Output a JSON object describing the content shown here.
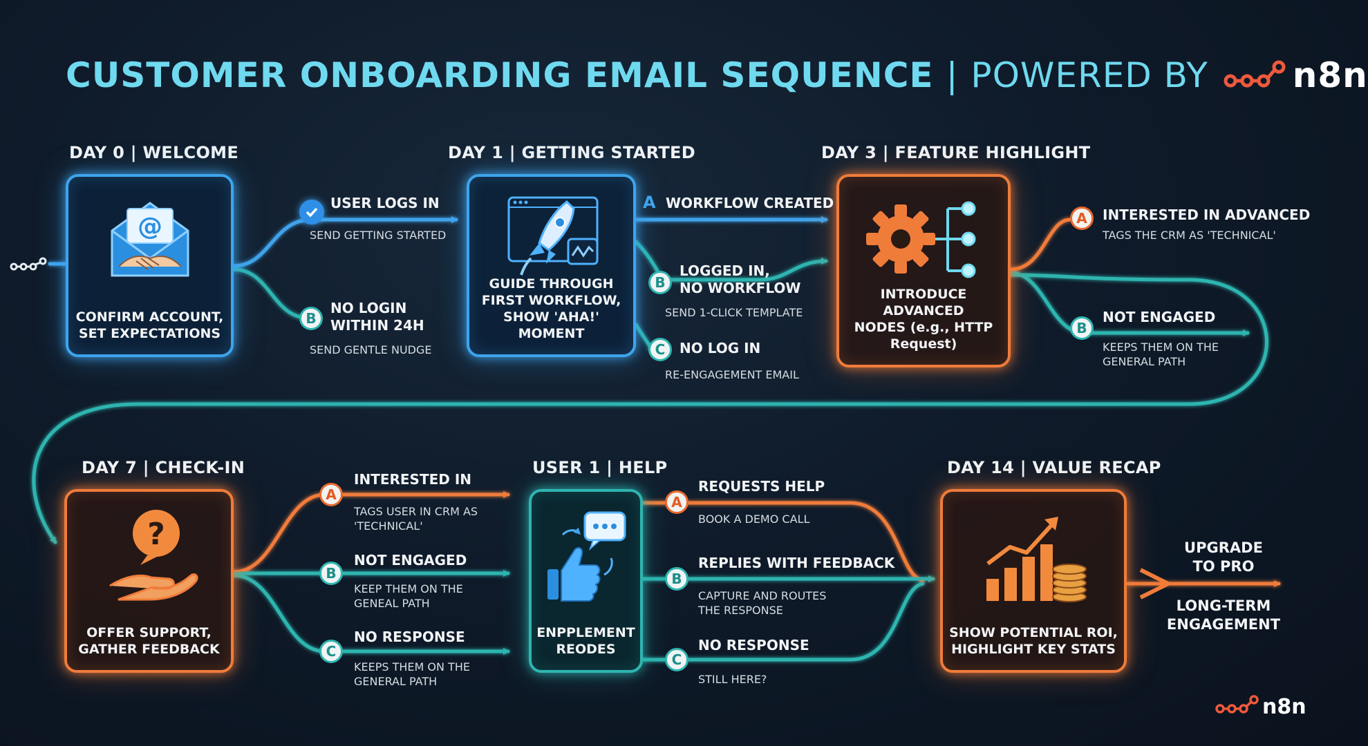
{
  "title": {
    "main": "CUSTOMER ONBOARDING EMAIL SEQUENCE",
    "separator": "|",
    "powered": "POWERED BY",
    "brand": "n8n"
  },
  "colors": {
    "blue": "#3fa4ec",
    "orange": "#f07c3a",
    "teal": "#2fb5b0",
    "title": "#6fd9ef"
  },
  "stages": [
    {
      "label": "DAY 0 | WELCOME",
      "text": "CONFIRM ACCOUNT,\nSET EXPECTATIONS",
      "icon": "email-handshake-icon",
      "color": "blue"
    },
    {
      "label": "DAY 1 | GETTING STARTED",
      "text": "GUIDE THROUGH\nFIRST WORKFLOW,\nSHOW 'AHA!' MOMENT",
      "icon": "rocket-icon",
      "color": "blue"
    },
    {
      "label": "DAY 3 | FEATURE HIGHLIGHT",
      "text": "INTRODUCE ADVANCED\nNODES (e.g., HTTP\nRequest)",
      "icon": "gear-nodes-icon",
      "color": "orange"
    },
    {
      "label": "DAY 7 | CHECK-IN",
      "text": "OFFER SUPPORT,\nGATHER FEEDBACK",
      "icon": "question-hand-icon",
      "color": "orange"
    },
    {
      "label": "USER 1 | HELP",
      "text": "ENPPLEMENT\nREODES",
      "icon": "thumbs-up-chat-icon",
      "color": "teal"
    },
    {
      "label": "DAY 14 | VALUE RECAP",
      "text": "SHOW POTENTIAL ROI,\nHIGHLIGHT KEY STATS",
      "icon": "growth-chart-icon",
      "color": "orange"
    }
  ],
  "branches": {
    "day0": [
      {
        "marker": "check",
        "title": "USER LOGS IN",
        "sub": "SEND GETTING STARTED"
      },
      {
        "marker": "B",
        "title": "NO LOGIN\nWITHIN 24H",
        "sub": "SEND GENTLE NUDGE"
      }
    ],
    "day1": [
      {
        "marker": "A",
        "title": "WORKFLOW CREATED",
        "sub": ""
      },
      {
        "marker": "B",
        "title": "LOGGED IN,\nNO WORKFLOW",
        "sub": "SEND 1-CLICK TEMPLATE"
      },
      {
        "marker": "C",
        "title": "NO LOG IN",
        "sub": "RE-ENGAGEMENT EMAIL"
      }
    ],
    "day3": [
      {
        "marker": "A",
        "title": "INTERESTED IN ADVANCED",
        "sub": "TAGS THE CRM AS 'TECHNICAL'"
      },
      {
        "marker": "B",
        "title": "NOT ENGAGED",
        "sub": "KEEPS THEM ON THE\nGENERAL PATH"
      }
    ],
    "day7": [
      {
        "marker": "A",
        "title": "INTERESTED IN",
        "sub": "TAGS USER IN CRM AS\n'TECHNICAL'"
      },
      {
        "marker": "B",
        "title": "NOT ENGAGED",
        "sub": "KEEP THEM ON THE\nGENEAL PATH"
      },
      {
        "marker": "C",
        "title": "NO RESPONSE",
        "sub": "KEEPS THEM ON THE\nGENERAL PATH"
      }
    ],
    "help": [
      {
        "marker": "A",
        "title": "REQUESTS HELP",
        "sub": "BOOK A DEMO CALL"
      },
      {
        "marker": "B",
        "title": "REPLIES WITH FEEDBACK",
        "sub": "CAPTURE AND ROUTES\nTHE RESPONSE"
      },
      {
        "marker": "C",
        "title": "NO RESPONSE",
        "sub": "STILL HERE?"
      }
    ]
  },
  "outcomes": {
    "upgrade": "UPGRADE\nTO PRO",
    "engagement": "LONG-TERM\nENGAGEMENT"
  },
  "footer_brand": "n8n"
}
